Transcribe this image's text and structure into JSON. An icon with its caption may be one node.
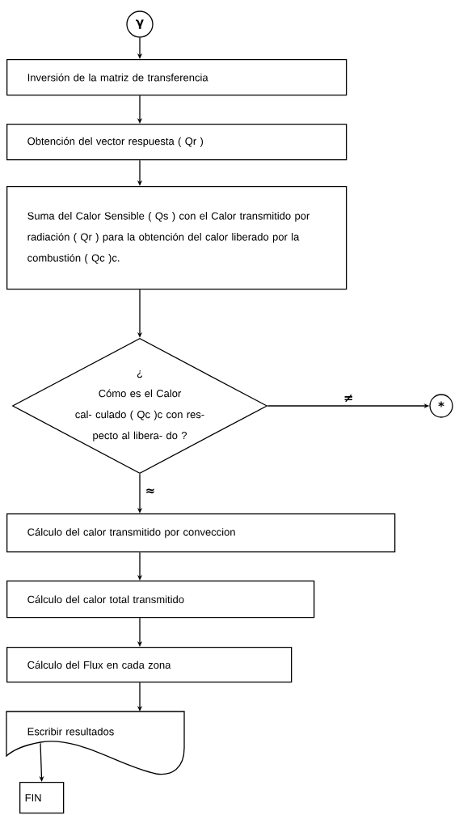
{
  "diagram": {
    "nodes": [
      {
        "text": [
          "γ"
        ]
      },
      {
        "text": [
          "Inversión de la matriz de transferencia"
        ]
      },
      {
        "text": [
          "Obtención del vector respuesta ( Qr )"
        ]
      },
      {
        "text": [
          "Suma del Calor Sensible ( Qs ) con el Calor transmitido por radiación ( Qr ) para la obtención del calor liberado por la combustión ( Qc )c."
        ]
      },
      {
        "text": [
          "¿ Cómo es el Calor cal- culado ( Qc )c con res- pecto al libera- do ?"
        ]
      },
      {
        "text": [
          "*"
        ]
      },
      {
        "text": [
          "Cálculo del calor transmitido por conveccion"
        ]
      },
      {
        "text": [
          "Cálculo del calor total transmitido"
        ]
      },
      {
        "text": [
          "Cálculo del Flux en cada zona"
        ]
      },
      {
        "text": [
          "Escribir resultados"
        ]
      },
      {
        "text": [
          "FIN"
        ]
      }
    ],
    "edges": [
      {
        "from": 0,
        "to": 1,
        "arrow": "to"
      },
      {
        "from": 1,
        "to": 2,
        "arrow": "to"
      },
      {
        "from": 2,
        "to": 3,
        "arrow": "to"
      },
      {
        "from": 3,
        "to": 4,
        "arrow": "to"
      },
      {
        "from": 4,
        "to": 5,
        "arrow": "to",
        "label": "≠"
      },
      {
        "from": 4,
        "to": 6,
        "arrow": "to",
        "label": "≈"
      },
      {
        "from": 6,
        "to": 7,
        "arrow": "to"
      },
      {
        "from": 7,
        "to": 8,
        "arrow": "to"
      },
      {
        "from": 8,
        "to": 9,
        "arrow": "to"
      },
      {
        "from": 9,
        "to": 10,
        "arrow": "to"
      }
    ]
  }
}
